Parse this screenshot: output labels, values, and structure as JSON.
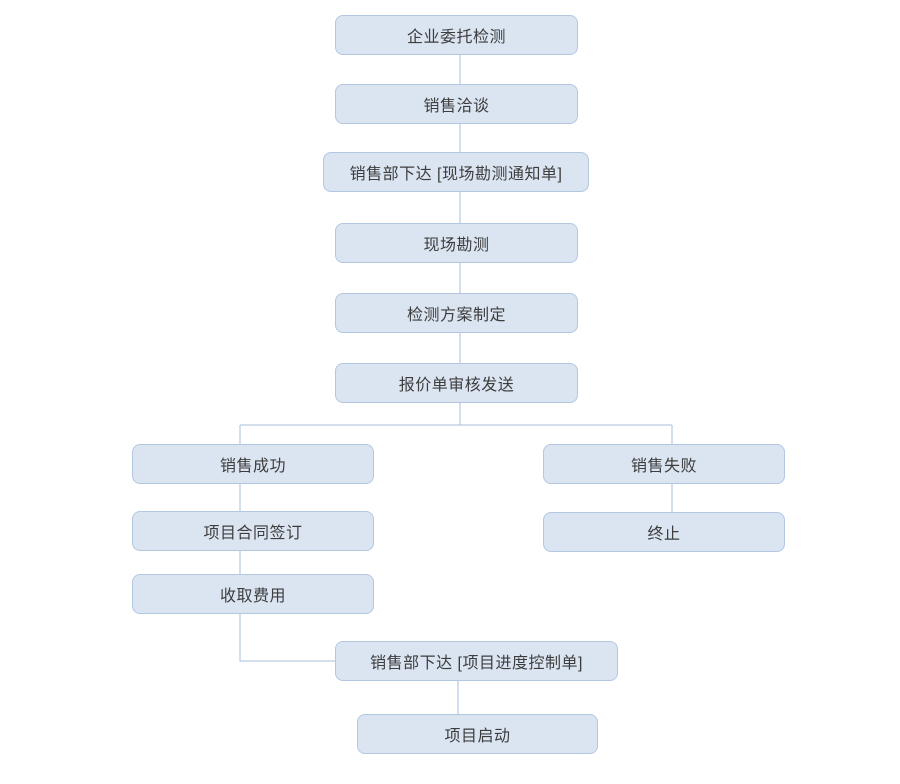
{
  "diagram": {
    "type": "flowchart",
    "background": "#ffffff",
    "colors": {
      "node_fill": "#dbe5f2",
      "node_border": "#b4c7e0",
      "connector": "#a9bedb",
      "text": "#3d3d3d"
    },
    "nodes": [
      {
        "id": "enterprise-entrust",
        "label": "企业委托检测"
      },
      {
        "id": "sales-negotiation",
        "label": "销售洽谈"
      },
      {
        "id": "survey-notice",
        "label": "销售部下达 [现场勘测通知单]"
      },
      {
        "id": "site-survey",
        "label": "现场勘测"
      },
      {
        "id": "test-plan",
        "label": "检测方案制定"
      },
      {
        "id": "quotation-review",
        "label": "报价单审核发送"
      },
      {
        "id": "sales-success",
        "label": "销售成功"
      },
      {
        "id": "contract-signing",
        "label": "项目合同签订"
      },
      {
        "id": "fee-collection",
        "label": "收取费用"
      },
      {
        "id": "sales-failure",
        "label": "销售失败"
      },
      {
        "id": "terminate",
        "label": "终止"
      },
      {
        "id": "progress-control",
        "label": "销售部下达 [项目进度控制单]"
      },
      {
        "id": "project-start",
        "label": "项目启动"
      }
    ],
    "edges": [
      {
        "from": "enterprise-entrust",
        "to": "sales-negotiation"
      },
      {
        "from": "sales-negotiation",
        "to": "survey-notice"
      },
      {
        "from": "survey-notice",
        "to": "site-survey"
      },
      {
        "from": "site-survey",
        "to": "test-plan"
      },
      {
        "from": "test-plan",
        "to": "quotation-review"
      },
      {
        "from": "quotation-review",
        "to": "sales-success"
      },
      {
        "from": "quotation-review",
        "to": "sales-failure"
      },
      {
        "from": "sales-success",
        "to": "contract-signing"
      },
      {
        "from": "contract-signing",
        "to": "fee-collection"
      },
      {
        "from": "sales-failure",
        "to": "terminate"
      },
      {
        "from": "fee-collection",
        "to": "progress-control"
      },
      {
        "from": "progress-control",
        "to": "project-start"
      }
    ]
  }
}
